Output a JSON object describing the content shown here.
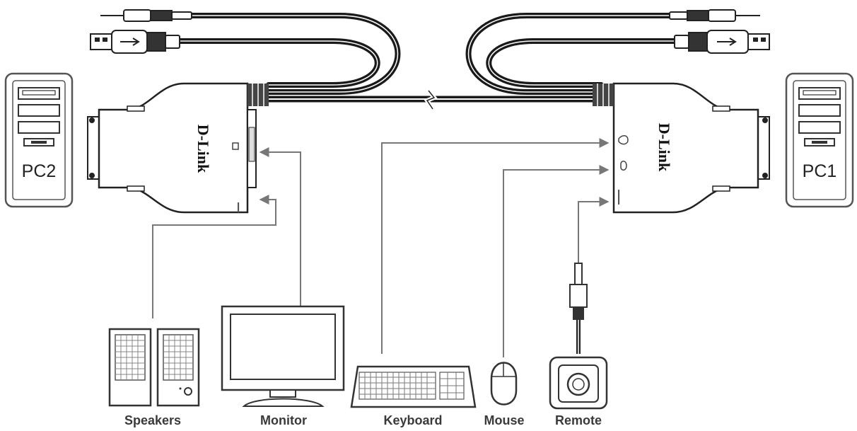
{
  "pcs": {
    "left": "PC2",
    "right": "PC1"
  },
  "kvm": {
    "brand_left": "D-Link",
    "brand_right": "D-Link"
  },
  "devices": {
    "speakers": "Speakers",
    "monitor": "Monitor",
    "keyboard": "Keyboard",
    "mouse": "Mouse",
    "remote": "Remote"
  }
}
